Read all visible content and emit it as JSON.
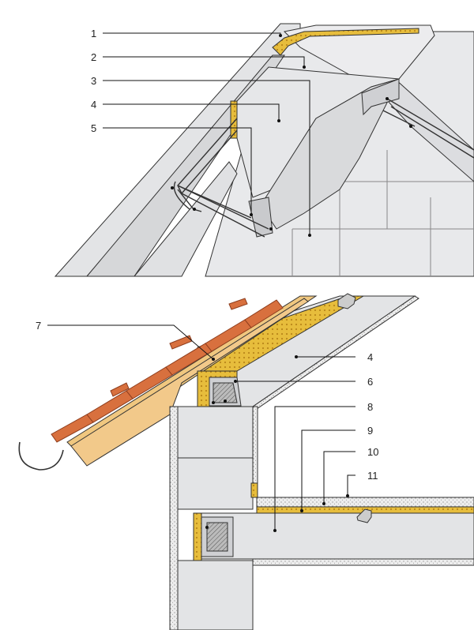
{
  "colors": {
    "block": "#e3e4e6",
    "block_light": "#efefef",
    "block_shade": "#d2d3d5",
    "insulation": "#e7bd3c",
    "insulation_dot": "#b9861a",
    "tile": "#d8703e",
    "tile_dark": "#b5532a",
    "battens": "#f2c98a",
    "concrete": "#c9c9c9",
    "line": "#333333"
  },
  "callouts_top": [
    "1",
    "2",
    "3",
    "4",
    "5"
  ],
  "callouts_bottom": [
    "7",
    "4",
    "6",
    "8",
    "9",
    "10",
    "11"
  ]
}
